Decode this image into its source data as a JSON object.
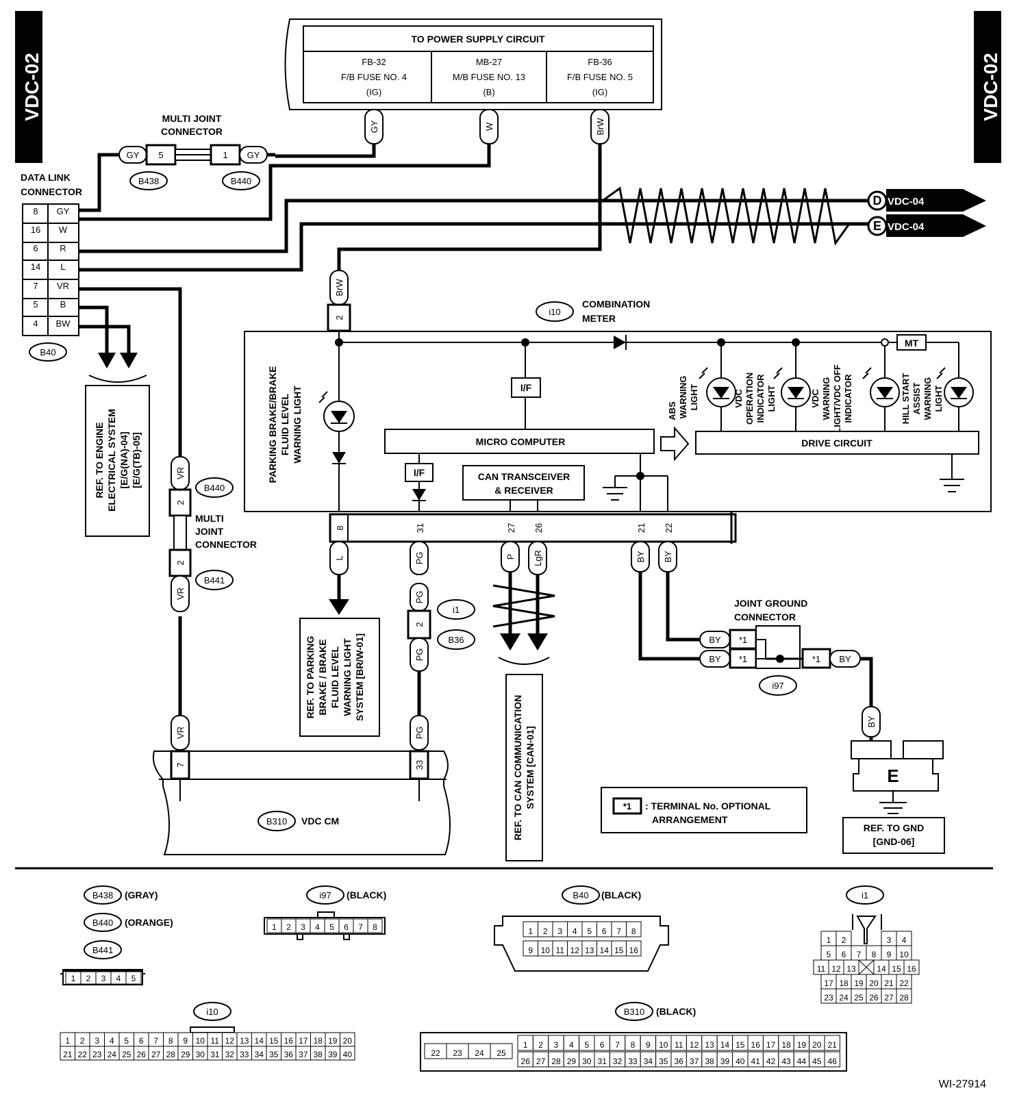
{
  "page_code": "VDC-02",
  "figure_id": "WI-27914",
  "power_supply": {
    "title": "TO POWER SUPPLY CIRCUIT",
    "fuses": [
      {
        "id": "FB-32",
        "name": "F/B FUSE NO. 4",
        "type": "(IG)"
      },
      {
        "id": "MB-27",
        "name": "M/B FUSE NO. 13",
        "type": "(B)"
      },
      {
        "id": "FB-36",
        "name": "F/B FUSE NO. 5",
        "type": "(IG)"
      }
    ],
    "wire_colors": [
      "GY",
      "W",
      "BrW"
    ]
  },
  "multi_joint_connector": {
    "title_line1": "MULTI JOINT",
    "title_line2": "CONNECTOR",
    "left_label": "GY",
    "left_pin": "5",
    "right_pin": "1",
    "right_label": "GY",
    "left_id": "B438",
    "right_id": "B440"
  },
  "data_link_connector": {
    "title_line1": "DATA LINK",
    "title_line2": "CONNECTOR",
    "id": "B40",
    "pins": [
      {
        "pin": "8",
        "color": "GY"
      },
      {
        "pin": "16",
        "color": "W"
      },
      {
        "pin": "6",
        "color": "R"
      },
      {
        "pin": "14",
        "color": "L"
      },
      {
        "pin": "7",
        "color": "VR"
      },
      {
        "pin": "5",
        "color": "B"
      },
      {
        "pin": "4",
        "color": "BW"
      }
    ]
  },
  "offpage": [
    {
      "letter": "D",
      "ref": "VDC-04"
    },
    {
      "letter": "E",
      "ref": "VDC-04"
    }
  ],
  "engine_ref": {
    "line1": "REF. TO ENGINE",
    "line2": "ELECTRICAL SYSTEM",
    "line3": "[E/G(NA)-04]",
    "line4": "[E/G(TB)-05]"
  },
  "multi_joint_2": {
    "top_color": "VR",
    "top_pin": "2",
    "top_id": "B440",
    "line1": "MULTI",
    "line2": "JOINT",
    "line3": "CONNECTOR",
    "bot_pin": "2",
    "bot_id": "B441",
    "bot_color": "VR"
  },
  "combination_meter": {
    "id": "i10",
    "title_line1": "COMBINATION",
    "title_line2": "METER",
    "input_color": "BrW",
    "input_pin": "2",
    "mt_label": "MT",
    "if_label": "I/F",
    "micro": "MICRO COMPUTER",
    "can_line1": "CAN TRANSCEIVER",
    "can_line2": "& RECEIVER",
    "drive": "DRIVE CIRCUIT",
    "brake_light": [
      "PARKING BRAKE/BRAKE",
      "FLUID LEVEL",
      "WARNING LIGHT"
    ],
    "abs_light": [
      "ABS",
      "WARNING",
      "LIGHT"
    ],
    "vdc_op_light": [
      "VDC",
      "OPERATION",
      "INDICATOR",
      "LIGHT"
    ],
    "vdc_warn_light": [
      "VDC",
      "WARNING",
      "LIGHT/VDC OFF",
      "INDICATOR"
    ],
    "hill_light": [
      "HILL START",
      "ASSIST",
      "WARNING",
      "LIGHT"
    ],
    "pins": [
      "8",
      "31",
      "27",
      "26",
      "21",
      "22"
    ],
    "pin_colors": [
      "L",
      "PG",
      "P",
      "LgR",
      "BY",
      "BY"
    ]
  },
  "brake_ref": {
    "line1": "REF. TO PARKING",
    "line2": "BRAKE / BRAKE",
    "line3": "FLUID LEVEL",
    "line4": "WARNING LIGHT",
    "line5": "SYSTEM [BR/W-01]"
  },
  "i1_b36": {
    "top_color": "PG",
    "pin": "2",
    "top_id": "i1",
    "bot_id": "B36",
    "bot_color": "PG"
  },
  "can_ref": {
    "line1": "REF. TO CAN COMMUNICATION",
    "line2": "SYSTEM [CAN-01]"
  },
  "joint_ground": {
    "title_line1": "JOINT GROUND",
    "title_line2": "CONNECTOR",
    "id": "i97",
    "star": "*1",
    "by": "BY",
    "ground_letter": "E",
    "ref_line1": "REF. TO GND",
    "ref_line2": "[GND-06]"
  },
  "legend": {
    "symbol": "*1",
    "text_line1": ": TERMINAL No. OPTIONAL",
    "text_line2": "ARRANGEMENT"
  },
  "vdc_cm": {
    "id": "B310",
    "name": "VDC CM",
    "left_color": "VR",
    "left_pin": "7",
    "right_color": "PG",
    "right_pin": "33"
  },
  "connector_views": {
    "b438": {
      "id": "B438",
      "color": "(GRAY)"
    },
    "b440": {
      "id": "B440",
      "color": "(ORANGE)"
    },
    "b441": {
      "id": "B441"
    },
    "b438_pins": [
      "1",
      "2",
      "3",
      "4",
      "5"
    ],
    "i97": {
      "id": "i97",
      "color": "(BLACK)",
      "pins": [
        "1",
        "2",
        "3",
        "4",
        "5",
        "6",
        "7",
        "8"
      ]
    },
    "b40": {
      "id": "B40",
      "color": "(BLACK)",
      "row1": [
        "1",
        "2",
        "3",
        "4",
        "5",
        "6",
        "7",
        "8"
      ],
      "row2": [
        "9",
        "10",
        "11",
        "12",
        "13",
        "14",
        "15",
        "16"
      ]
    },
    "i1": {
      "id": "i1",
      "rows": [
        [
          "1",
          "2",
          "",
          "",
          "3",
          "4"
        ],
        [
          "5",
          "6",
          "7",
          "8",
          "9",
          "10"
        ],
        [
          "11",
          "12",
          "13",
          "",
          "14",
          "15",
          "16"
        ],
        [
          "17",
          "18",
          "19",
          "20",
          "21",
          "22"
        ],
        [
          "23",
          "24",
          "25",
          "26",
          "27",
          "28"
        ]
      ]
    },
    "i10": {
      "id": "i10",
      "row1": [
        "1",
        "2",
        "3",
        "4",
        "5",
        "6",
        "7",
        "8",
        "9",
        "10",
        "11",
        "12",
        "13",
        "14",
        "15",
        "16",
        "17",
        "18",
        "19",
        "20"
      ],
      "row2": [
        "21",
        "22",
        "23",
        "24",
        "25",
        "26",
        "27",
        "28",
        "29",
        "30",
        "31",
        "32",
        "33",
        "34",
        "35",
        "36",
        "37",
        "38",
        "39",
        "40"
      ]
    },
    "b310": {
      "id": "B310",
      "color": "(BLACK)",
      "left": [
        "22",
        "23",
        "24",
        "25"
      ],
      "row1": [
        "1",
        "2",
        "3",
        "4",
        "5",
        "6",
        "7",
        "8",
        "9",
        "10",
        "11",
        "12",
        "13",
        "14",
        "15",
        "16",
        "17",
        "18",
        "19",
        "20",
        "21"
      ],
      "row2": [
        "26",
        "27",
        "28",
        "29",
        "30",
        "31",
        "32",
        "33",
        "34",
        "35",
        "36",
        "37",
        "38",
        "39",
        "40",
        "41",
        "42",
        "43",
        "44",
        "45",
        "46"
      ]
    }
  }
}
